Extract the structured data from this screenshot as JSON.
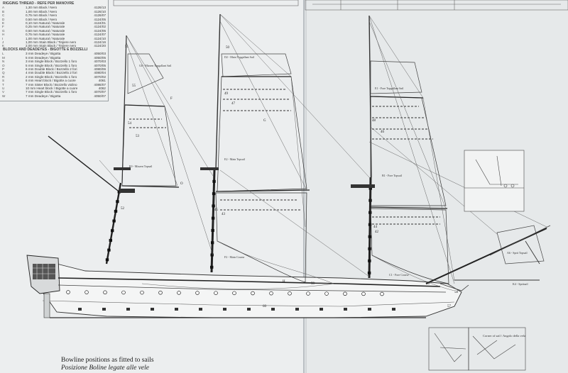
{
  "legend": {
    "rigging_header": "RIGGING THREAD - REFE PER MANOVRE",
    "rigging": [
      {
        "key": "A",
        "desc": "1,30 mm Black / Nero",
        "code": "4126/13"
      },
      {
        "key": "B",
        "desc": "1,00 mm Black / Nero",
        "code": "4126/10"
      },
      {
        "key": "C",
        "desc": "0,75 mm Black / Nero",
        "code": "4126/07"
      },
      {
        "key": "D",
        "desc": "0,50 mm Black / Nero",
        "code": "4124/05"
      },
      {
        "key": "E",
        "desc": "0,10 mm Natural / Naturale",
        "code": "4124/01"
      },
      {
        "key": "F",
        "desc": "0,25 mm Natural / Naturale",
        "code": "4124/02"
      },
      {
        "key": "G",
        "desc": "0,50 mm Natural / Naturale",
        "code": "4124/05"
      },
      {
        "key": "H",
        "desc": "0,75 mm Natural / Naturale",
        "code": "4124/07"
      },
      {
        "key": "I",
        "desc": "1,00 mm Natural / Naturale",
        "code": "4124/10"
      },
      {
        "key": "J",
        "desc": "1,00 mm Stain Black / Tinjiere nero",
        "code": "4124/16"
      },
      {
        "key": "K",
        "desc": "2,00 mm Stain Black / Tinjiere nero",
        "code": "4124/20"
      }
    ],
    "blocks_header": "BLOCKS AND DEADEYES - BIGOTTE E BOZZELLI",
    "blocks": [
      {
        "key": "L",
        "desc": "3 mm Deadeye / Bigotta",
        "code": "4050/03"
      },
      {
        "key": "M",
        "desc": "5 mm Deadeye / Bigotta",
        "code": "4050/05"
      },
      {
        "key": "N",
        "desc": "3 mm Single Block / Bozzello 1 foro",
        "code": "4070/03"
      },
      {
        "key": "O",
        "desc": "5 mm Single Block / Bozzello 1 foro",
        "code": "4070/05"
      },
      {
        "key": "P",
        "desc": "6 mm Double Block / Bozzello 2 fori",
        "code": "4080/06"
      },
      {
        "key": "Q",
        "desc": "4 mm Double Block / Bozzello 2 fori",
        "code": "4080/04"
      },
      {
        "key": "R",
        "desc": "2 mm Single Block / Bozzello 1 foro",
        "code": "4070/02"
      },
      {
        "key": "S",
        "desc": "6 mm Heart block / Bigotte a cuore",
        "code": "4061"
      },
      {
        "key": "T",
        "desc": "7 mm Sister Block / Bozzello violino",
        "code": "4086/07"
      },
      {
        "key": "U",
        "desc": "10 mm Heart block / Bigotte a cuore",
        "code": "4062"
      },
      {
        "key": "V",
        "desc": "7 mm Single Block / Bozzello 1 foro",
        "code": "4070/07"
      },
      {
        "key": "W",
        "desc": "7 mm Deadeye / Bigotta",
        "code": "4050/07"
      }
    ]
  },
  "sails": {
    "mizzen_topsail": "E0 - Mizzen Topsail",
    "mizzen_topgallant": "G0 - Mizzen Topgallant Sail",
    "main_topgallant": "D2 - Main Topgallant Sail",
    "main_topsail": "E2 - Main Topsail",
    "main_course": "F2 - Main Course",
    "fore_topgallant": "E1 - Fore Topgallant Sail",
    "fore_topsail": "B1 - Fore Topsail",
    "fore_course": "C1 - Fore Course",
    "sprit_topsail": "A6 - Sprit Topsail",
    "spritsail": "K4 - Spritsail"
  },
  "numbers": [
    "51",
    "55",
    "54",
    "53",
    "52",
    "50",
    "49",
    "47",
    "45",
    "43",
    "48",
    "46",
    "44",
    "42",
    "56",
    "57",
    "58",
    "59",
    "60"
  ],
  "letters": [
    "F",
    "G",
    "O",
    "H"
  ],
  "corner_label": "Corner of sail / Angolo della vela",
  "caption": {
    "line1": "Bowline positions as fitted to sails",
    "line2": "Posizione Boline legate alle vele"
  }
}
